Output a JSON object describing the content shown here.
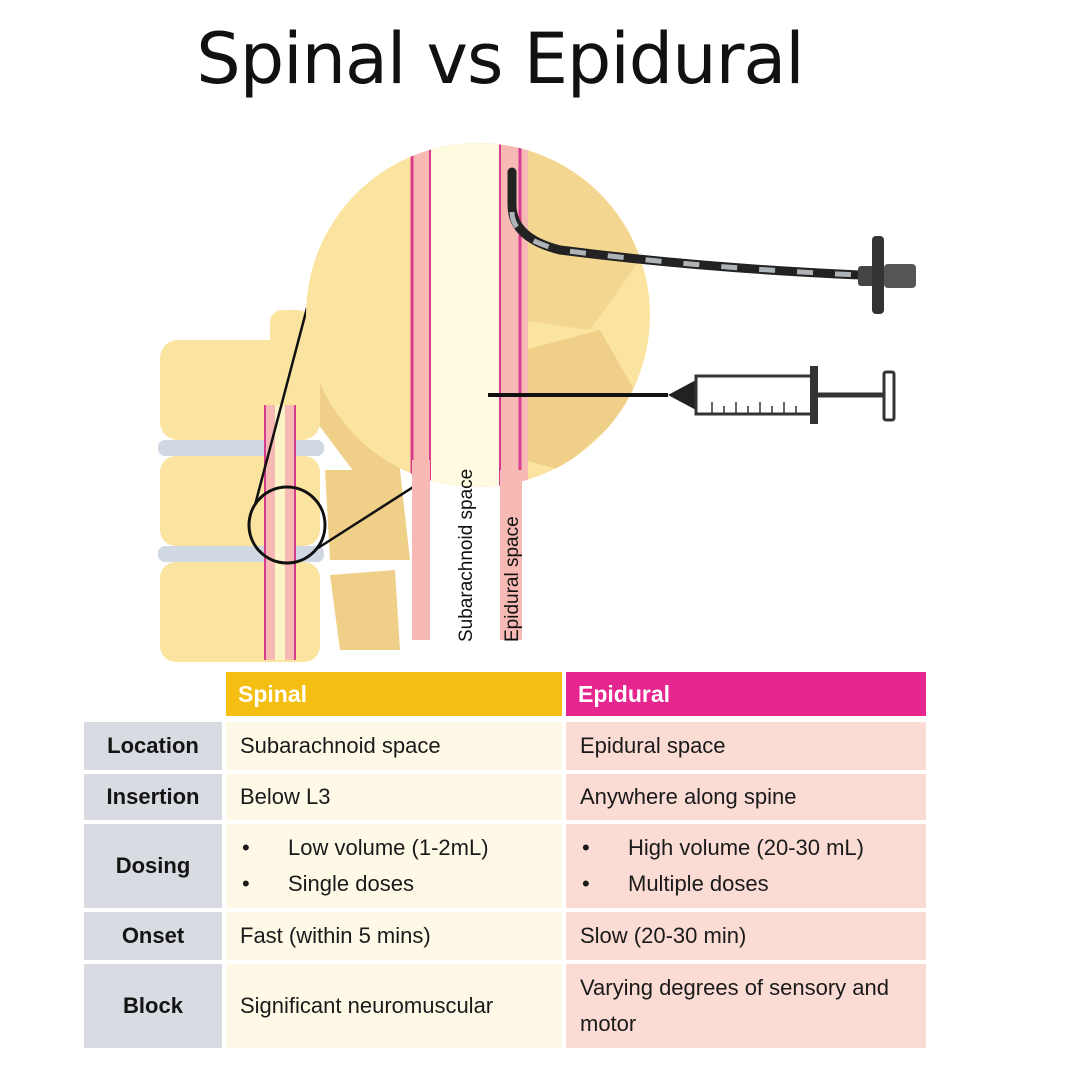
{
  "title": "Spinal vs Epidural",
  "illustration": {
    "subarachnoid_label": "Subarachnoid space",
    "epidural_label": "Epidural space"
  },
  "table": {
    "columns": [
      "Spinal",
      "Epidural"
    ],
    "rows": [
      {
        "label": "Location",
        "spinal": "Subarachnoid space",
        "epidural": "Epidural space"
      },
      {
        "label": "Insertion",
        "spinal": "Below L3",
        "epidural": "Anywhere along spine"
      },
      {
        "label": "Dosing",
        "spinal": [
          "Low volume (1-2mL)",
          "Single doses"
        ],
        "epidural": [
          "High volume (20-30 mL)",
          "Multiple doses"
        ]
      },
      {
        "label": "Onset",
        "spinal": "Fast (within 5 mins)",
        "epidural": "Slow (20-30 min)"
      },
      {
        "label": "Block",
        "spinal": "Significant neuromuscular",
        "epidural": "Varying degrees of sensory and motor"
      }
    ]
  },
  "colors": {
    "spinal_header": "#f5be12",
    "epidural_header": "#e6268e",
    "spinal_cell": "#fef8e7",
    "epidural_cell": "#fbdcd5",
    "label_cell": "#d8dbe2",
    "bone": "#fbe3a0",
    "membrane": "#f7b9b4",
    "line": "#d83c8e"
  }
}
